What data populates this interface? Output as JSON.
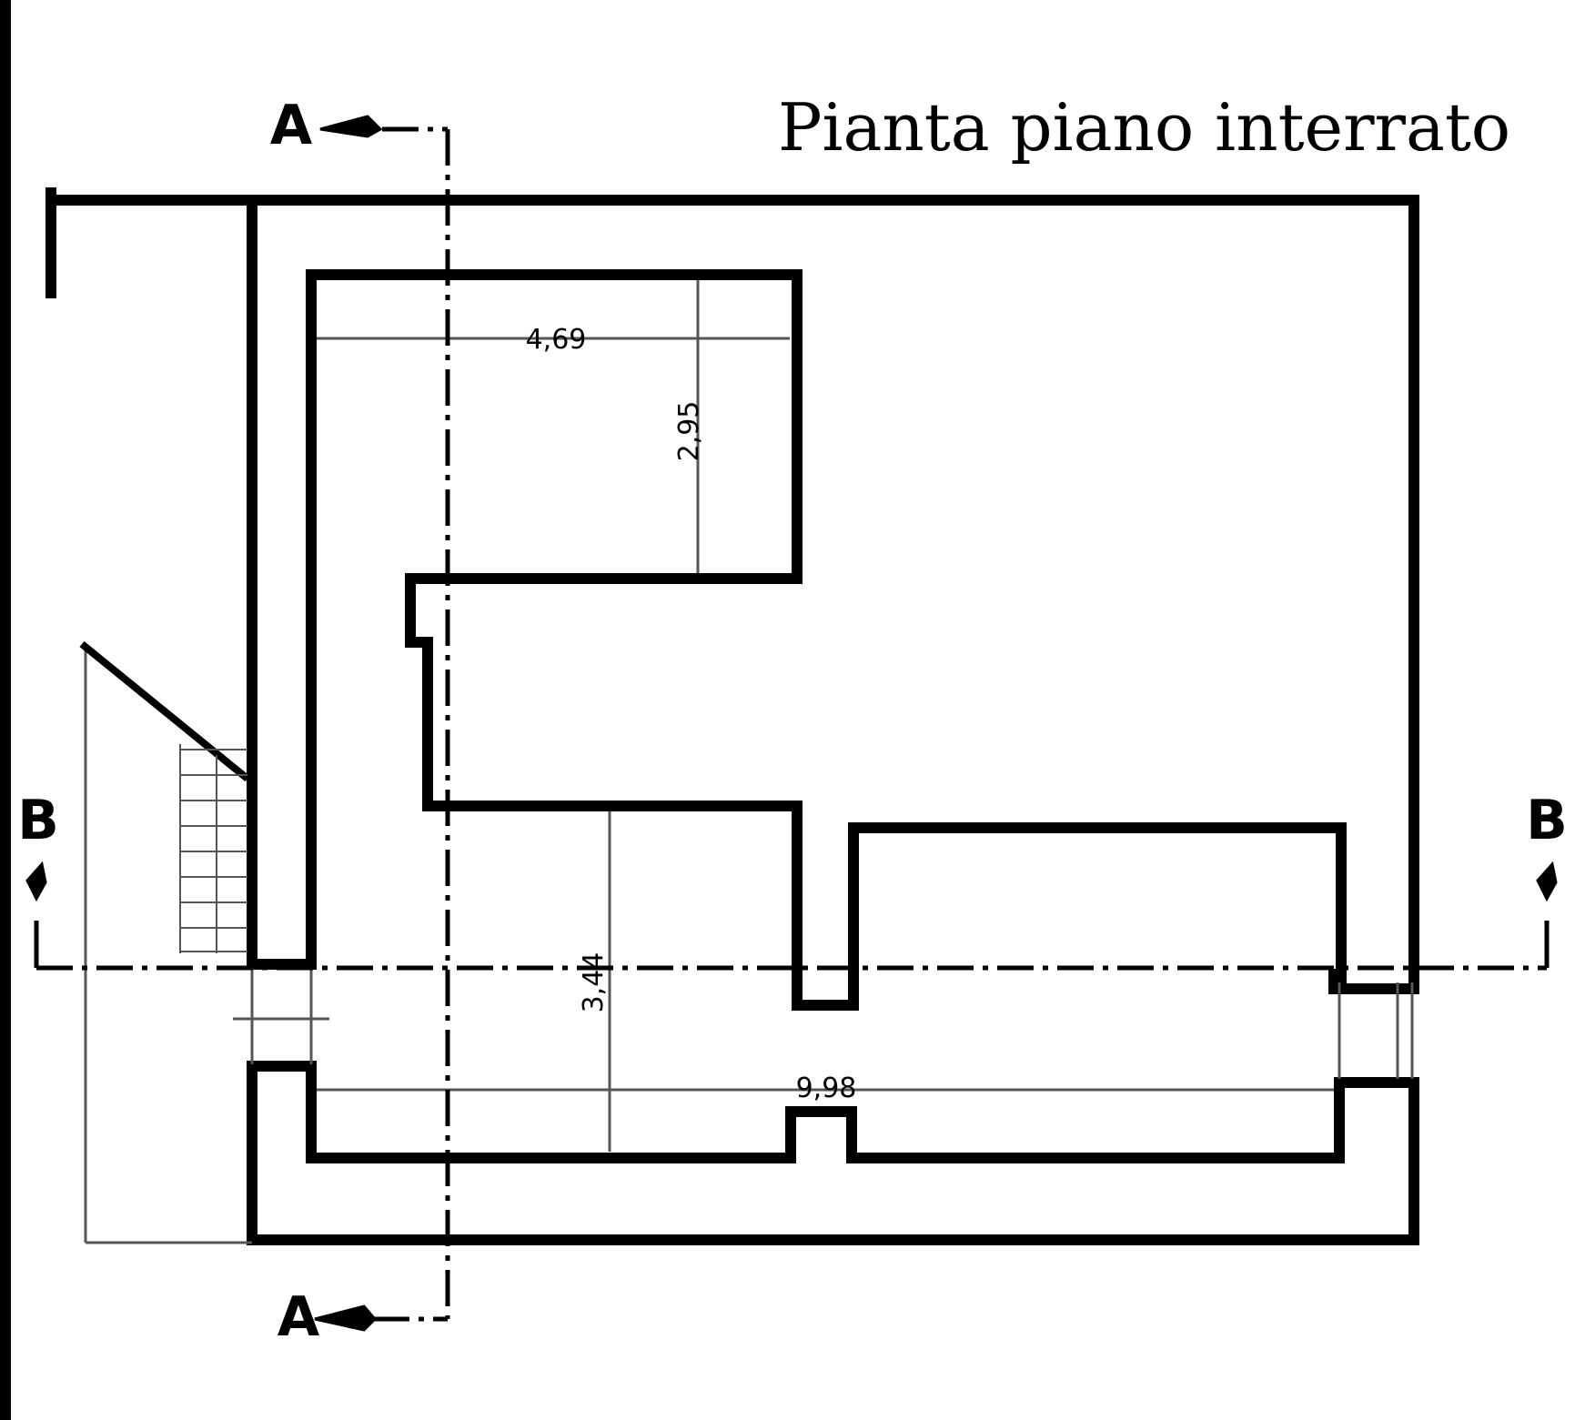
{
  "title": "Pianta piano interrato",
  "dimensions": {
    "top_width": "4,69",
    "top_height": "2,95",
    "lower_height": "3,44",
    "total_width": "9,98"
  },
  "section_markers": {
    "a": "A",
    "b": "B"
  },
  "colors": {
    "background": "#000000",
    "paper": "#ffffff",
    "line": "#000000",
    "thin_line": "#555555"
  }
}
